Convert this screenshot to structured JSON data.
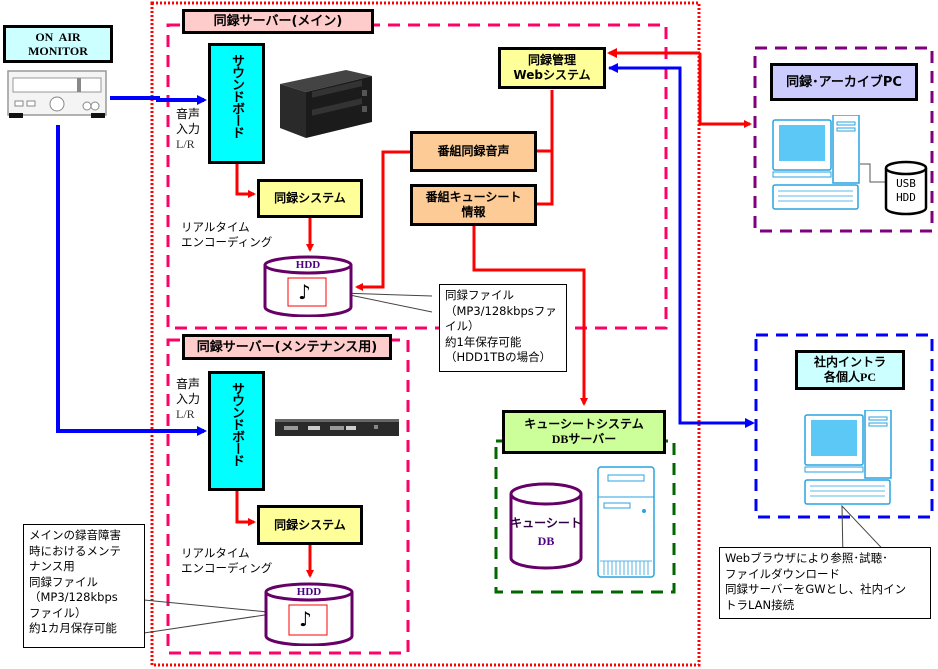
{
  "colors": {
    "audio_line": "#0000ff",
    "data_line": "#ff0000",
    "main_server_border": "#ff0066",
    "outer_border": "#ff0000",
    "archive_border": "#800080",
    "intranet_border": "#0000ff",
    "db_border": "#006600",
    "hdd_outline": "#660066"
  },
  "monitor": {
    "title_line1": "ON  AIR",
    "title_line2": "MONITOR",
    "icon": "radio-receiver-icon"
  },
  "main_server": {
    "title": "同録サーバー(メイン)",
    "soundboard": "サウンドボード",
    "audio_input": [
      "音声",
      "入力",
      "L/R"
    ],
    "recording_system": "同録システム",
    "encoding_label": [
      "リアルタイム",
      "エンコーディング"
    ],
    "hdd_label": "HDD",
    "hdd_icon": "music-note-icon",
    "server_icon": "tower-server-icon"
  },
  "management": {
    "web_system": [
      "同録管理",
      "Webシステム"
    ],
    "program_audio": "番組同録音声",
    "cue_sheet_info": [
      "番組キューシート",
      "情報"
    ]
  },
  "main_hdd_note": [
    "同録ファイル",
    "（MP3/128kbpsファ",
    "イル）",
    "約1年保存可能",
    "（HDD1TBの場合）"
  ],
  "maint_server": {
    "title": "同録サーバー(メンテナンス用)",
    "soundboard": "サウンドボード",
    "audio_input": [
      "音声",
      "入力",
      "L/R"
    ],
    "recording_system": "同録システム",
    "encoding_label": [
      "リアルタイム",
      "エンコーディング"
    ],
    "hdd_label": "HDD",
    "hdd_icon": "music-note-icon",
    "server_icon": "rack-server-icon"
  },
  "maint_hdd_note": [
    "メインの録音障害",
    "時におけるメンテ",
    "ナンス用",
    "同録ファイル",
    "（MP3/128kbps",
    "ファイル）",
    "約1カ月保存可能"
  ],
  "archive_pc": {
    "title": "同録･アーカイブPC",
    "usb_hdd": [
      "USB",
      "HDD"
    ],
    "icon": "desktop-pc-icon"
  },
  "cue_db": {
    "title": [
      "キューシートシステム",
      "DBサーバー"
    ],
    "db_label": [
      "キューシート",
      "DB"
    ],
    "icon": "tower-server-icon"
  },
  "intranet_pc": {
    "title": [
      "社内イントラ",
      "各個人PC"
    ],
    "icon": "desktop-pc-icon"
  },
  "intranet_note": [
    "Webブラウザにより参照･試聴･",
    "ファイルダウンロード",
    "同録サーバーをGWとし、社内イン",
    "トラLAN接続"
  ]
}
